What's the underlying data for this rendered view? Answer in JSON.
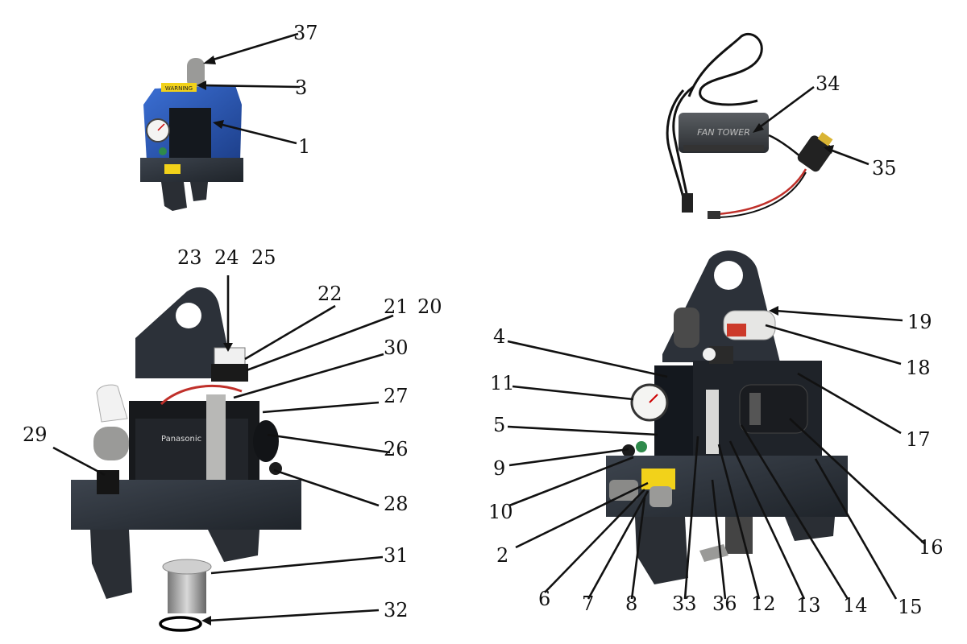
{
  "callout_numbers": {
    "n1": "1",
    "n2": "2",
    "n3": "3",
    "n4": "4",
    "n5": "5",
    "n6": "6",
    "n7": "7",
    "n8": "8",
    "n9": "9",
    "n10": "10",
    "n11": "11",
    "n12": "12",
    "n13": "13",
    "n14": "14",
    "n15": "15",
    "n16": "16",
    "n17": "17",
    "n18": "18",
    "n19": "19",
    "n20": "20",
    "n21": "21",
    "n22": "22",
    "n23": "23",
    "n24": "24",
    "n25": "25",
    "n26": "26",
    "n27": "27",
    "n28": "28",
    "n29": "29",
    "n30": "30",
    "n31": "31",
    "n32": "32",
    "n33": "33",
    "n34": "34",
    "n35": "35",
    "n36": "36",
    "n37": "37"
  },
  "embedded_text": {
    "charger_brand": "FAN TOWER",
    "battery_brand": "Panasonic",
    "warning_label": "WARNING"
  },
  "colors": {
    "housing_blue": "#2a58b8",
    "housing_charcoal": "#2e343c",
    "label_yellow": "#f2d21a",
    "gauge_face": "#f4f4f2",
    "cable_red": "#c0302a"
  }
}
